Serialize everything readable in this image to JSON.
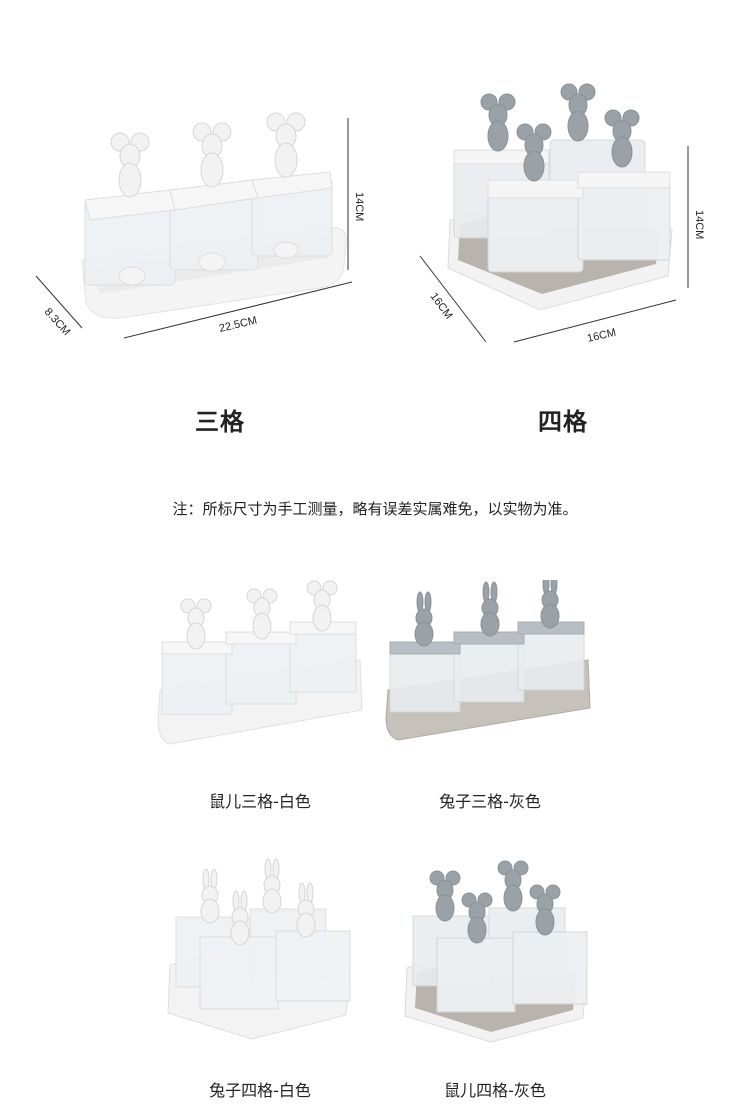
{
  "top": {
    "three": {
      "caption": "三格",
      "dims": {
        "height": "14CM",
        "depth": "8.3CM",
        "width": "22.5CM"
      },
      "figure": "mouse-white"
    },
    "four": {
      "caption": "四格",
      "dims": {
        "height": "14CM",
        "depth": "16CM",
        "width": "16CM"
      },
      "figure": "mouse-gray"
    }
  },
  "note": "注：所标尺寸为手工测量，略有误差实属难免，以实物为准。",
  "variants": [
    {
      "label": "鼠儿三格-白色",
      "figure": "mouse",
      "color": "#f1f1f1",
      "tray": "#f3f3f3"
    },
    {
      "label": "兔子三格-灰色",
      "figure": "rabbit",
      "color": "#9aa2a8",
      "tray": "#b9b3ad"
    },
    {
      "label": "兔子四格-白色",
      "figure": "rabbit",
      "color": "#f1f1f1",
      "tray": "#f3f3f3"
    },
    {
      "label": "鼠儿四格-灰色",
      "figure": "mouse",
      "color": "#9aa2a8",
      "tray": "#b9b3ad"
    }
  ],
  "colors": {
    "white_figure": "#f1f1f1",
    "gray_figure": "#9aa2a8",
    "gray_tray": "#b9b3ad",
    "white_tray": "#f3f3f3",
    "jar": "#e8ecef"
  }
}
